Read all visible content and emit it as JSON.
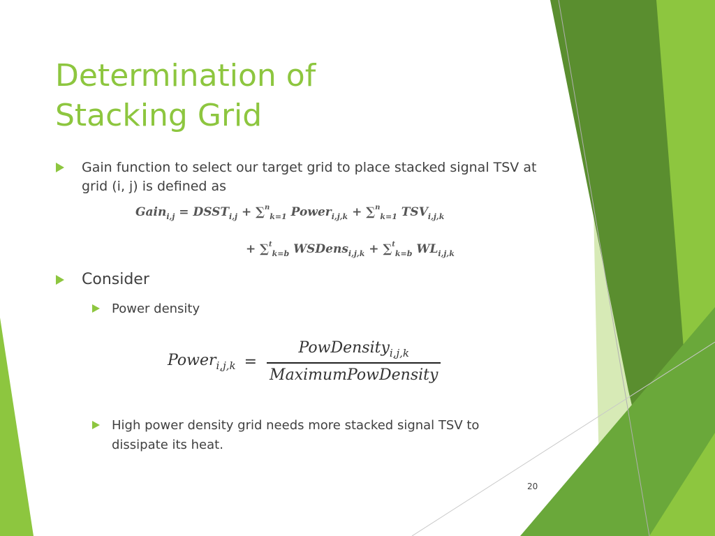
{
  "slide": {
    "title_line1": "Determination of",
    "title_line2": "Stacking Grid",
    "page_number": "20"
  },
  "bullets": [
    {
      "text": "Gain function to select our target grid to place stacked signal TSV at grid (i, j) is defined as"
    },
    {
      "text": "Consider"
    },
    {
      "text": "Power density"
    },
    {
      "text": "High power density grid needs more stacked signal TSV to dissipate its heat."
    }
  ],
  "equations": {
    "gain_lhs": "Gain",
    "gain_lhs_sub": "i,j",
    "eq_sign": "=",
    "dsst": "DSST",
    "dsst_sub": "i,j",
    "plus": "+",
    "sum": "∑",
    "lim_n": "n",
    "lim_k1": "k=1",
    "power": "Power",
    "ijk": "i,j,k",
    "tsv": "TSV",
    "lim_t": "t",
    "lim_kb": "k=b",
    "wsdens": "WSDens",
    "wl": "WL",
    "pow_density": "PowDensity",
    "max_pow_density": "MaximumPowDensity"
  },
  "colors": {
    "accent": "#8dc63f",
    "dark_green": "#5a8e2f",
    "light_green": "#d7eab6",
    "text": "#404040"
  }
}
